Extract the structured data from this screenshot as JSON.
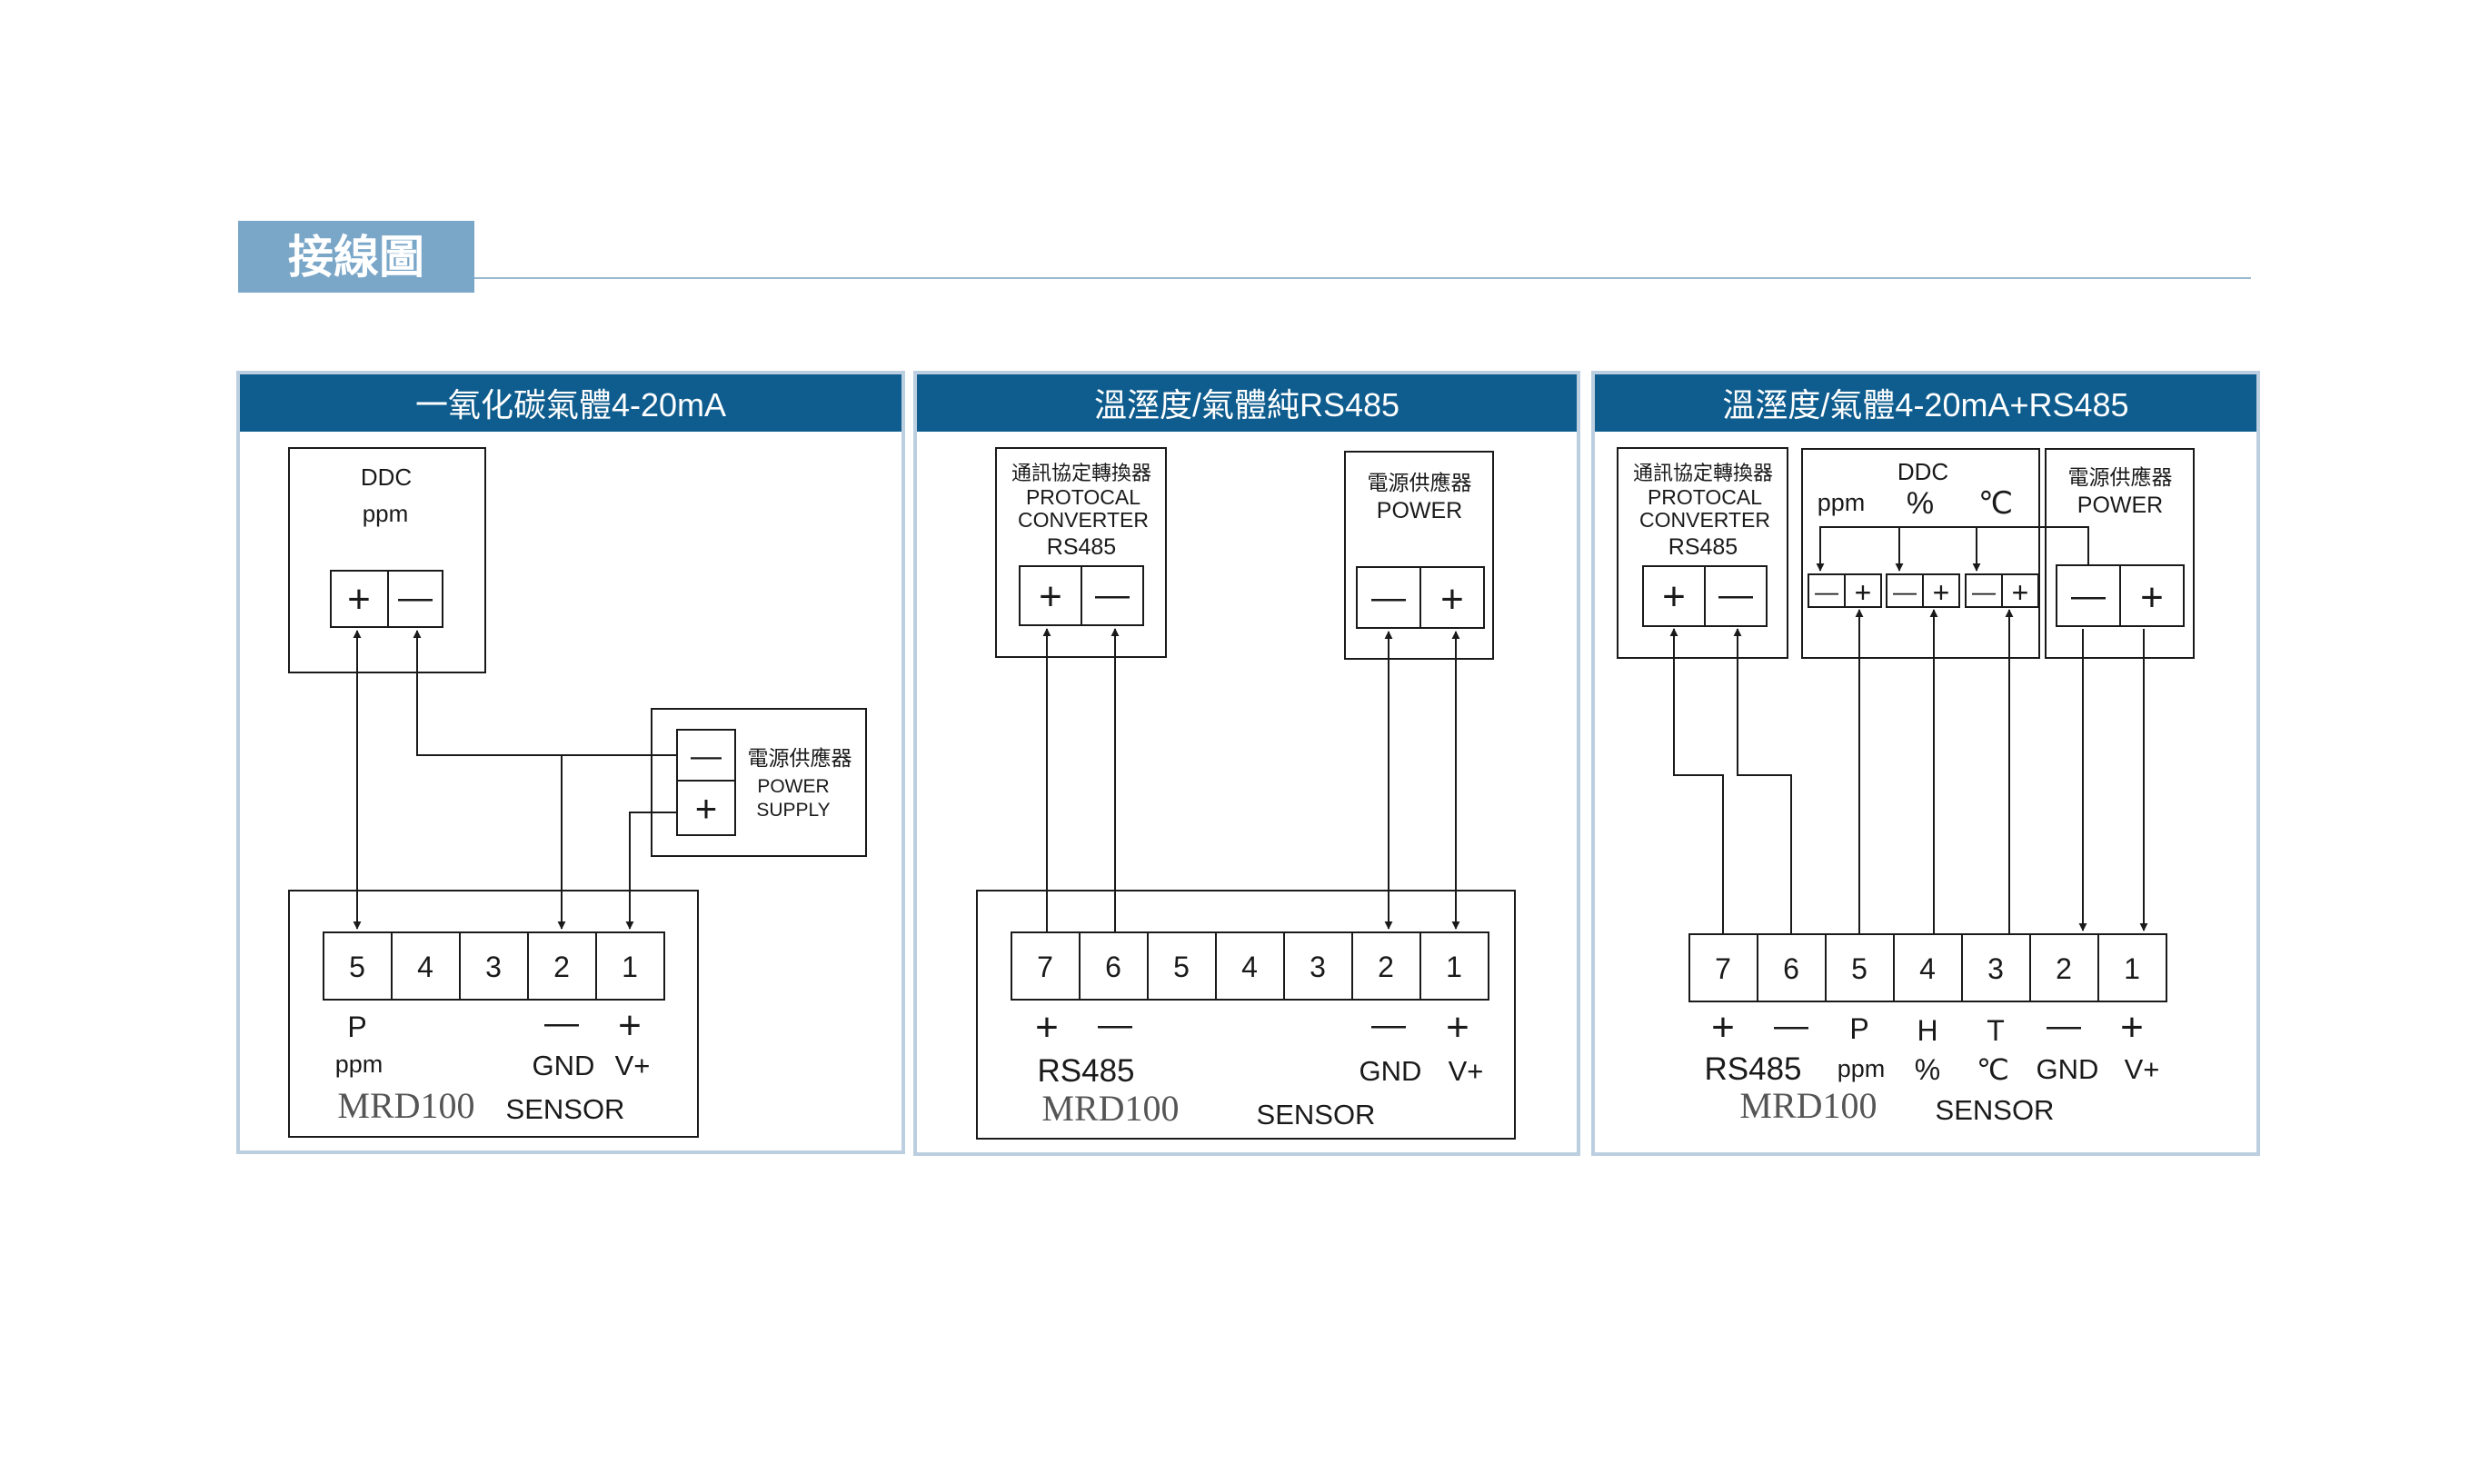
{
  "page": {
    "title": "接線圖",
    "colors": {
      "title_bg": "#7aa6c8",
      "title_text": "#ffffff",
      "rule": "#9bb9cf",
      "panel_header_bg": "#0f5d8e",
      "panel_header_text": "#ffffff",
      "panel_border": "#bccfe0",
      "line": "#1a1a1a"
    }
  },
  "panels": [
    {
      "title": "一氧化碳氣體4-20mA",
      "ddc": {
        "title": "DDC",
        "subtitle": "ppm",
        "plus": "+",
        "minus": "—"
      },
      "power": {
        "cn": "電源供應器",
        "en1": "POWER",
        "en2": "SUPPLY",
        "minus": "—",
        "plus": "+"
      },
      "terminals": [
        "5",
        "4",
        "3",
        "2",
        "1"
      ],
      "labels": {
        "p": "P",
        "ppm": "ppm",
        "minus": "—",
        "plus": "+",
        "gnd": "GND",
        "vplus": "V+"
      },
      "model": "MRD100",
      "sensor": "SENSOR"
    },
    {
      "title": "溫溼度/氣體純RS485",
      "converter": {
        "cn": "通訊協定轉換器",
        "en1": "PROTOCAL",
        "en2": "CONVERTER",
        "en3": "RS485",
        "plus": "+",
        "minus": "—"
      },
      "power": {
        "cn": "電源供應器",
        "en": "POWER",
        "minus": "—",
        "plus": "+"
      },
      "terminals": [
        "7",
        "6",
        "5",
        "4",
        "3",
        "2",
        "1"
      ],
      "labels": {
        "plus_a": "+",
        "minus_a": "—",
        "rs485": "RS485",
        "minus_b": "—",
        "plus_b": "+",
        "gnd": "GND",
        "vplus": "V+"
      },
      "model": "MRD100",
      "sensor": "SENSOR"
    },
    {
      "title": "溫溼度/氣體4-20mA+RS485",
      "converter": {
        "cn": "通訊協定轉換器",
        "en1": "PROTOCAL",
        "en2": "CONVERTER",
        "en3": "RS485",
        "plus": "+",
        "minus": "—"
      },
      "ddc": {
        "title": "DDC",
        "ppm": "ppm",
        "pct": "%",
        "degc": "℃",
        "minus": "—",
        "plus": "+"
      },
      "power": {
        "cn": "電源供應器",
        "en": "POWER",
        "minus": "—",
        "plus": "+"
      },
      "terminals": [
        "7",
        "6",
        "5",
        "4",
        "3",
        "2",
        "1"
      ],
      "labels": {
        "plus_a": "+",
        "minus_a": "—",
        "p": "P",
        "h": "H",
        "t": "T",
        "minus_b": "—",
        "plus_b": "+",
        "rs485": "RS485",
        "ppm": "ppm",
        "pct": "%",
        "degc": "℃",
        "gnd": "GND",
        "vplus": "V+"
      },
      "model": "MRD100",
      "sensor": "SENSOR"
    }
  ]
}
